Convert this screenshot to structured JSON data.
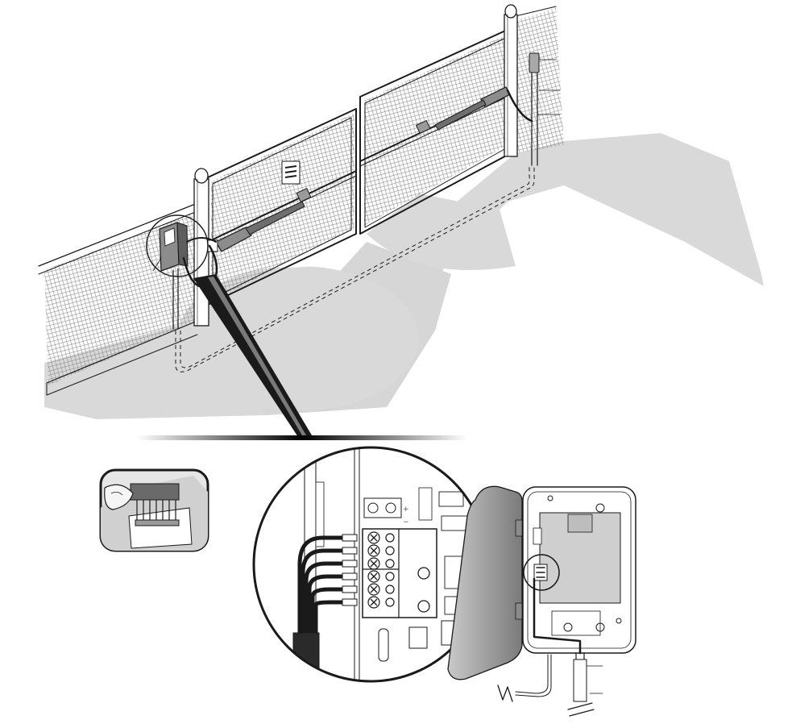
{
  "diagram": {
    "scene": "gate-installation-wiring",
    "labels": {
      "terminal_plus": "+",
      "terminal_minus": "−"
    },
    "colors": {
      "ground": "#d9d9d9",
      "mesh": "#9a9a9a",
      "ink": "#1a1a1a",
      "actuator": "#8c8c8c",
      "board": "#cfcfcf"
    },
    "parts": [
      {
        "name": "left-gate-leaf"
      },
      {
        "name": "right-gate-leaf"
      },
      {
        "name": "left-actuator"
      },
      {
        "name": "right-actuator"
      },
      {
        "name": "control-unit"
      },
      {
        "name": "junction-box"
      },
      {
        "name": "underground-cable-trench"
      },
      {
        "name": "terminal-block-detail"
      },
      {
        "name": "connector-inset"
      }
    ]
  }
}
